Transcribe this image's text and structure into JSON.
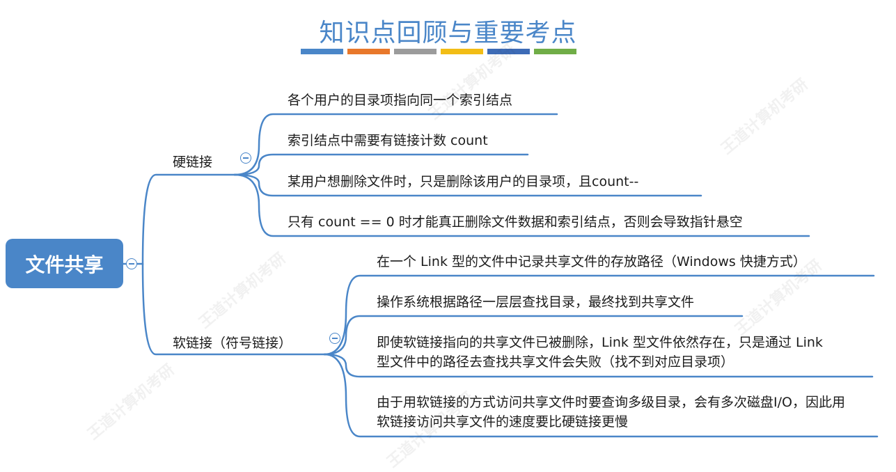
{
  "title": "知识点回顾与重要考点",
  "title_bar_colors": [
    "#4a86c8",
    "#e8782b",
    "#9b9b9b",
    "#f2bd16",
    "#3d6bb6",
    "#70ad47"
  ],
  "colors": {
    "accent": "#4a86c8",
    "text": "#1c1c1c"
  },
  "root": {
    "label": "文件共享"
  },
  "branches": [
    {
      "label": "硬链接",
      "items": [
        "各个用户的目录项指向同一个索引结点",
        "索引结点中需要有链接计数 count",
        "某用户想删除文件时，只是删除该用户的目录项，且count--",
        "只有 count == 0 时才能真正删除文件数据和索引结点，否则会导致指针悬空"
      ]
    },
    {
      "label": "软链接（符号链接）",
      "items": [
        "在一个 Link 型的文件中记录共享文件的存放路径（Windows 快捷方式）",
        "操作系统根据路径一层层查找目录，最终找到共享文件",
        "即使软链接指向的共享文件已被删除，Link 型文件依然存在，只是通过 Link 型文件中的路径去查找共享文件会失败（找不到对应目录项）",
        "由于用软链接的方式访问共享文件时要查询多级目录，会有多次磁盘I/O，因此用软链接访问共享文件的速度要比硬链接更慢"
      ]
    }
  ],
  "icons": {
    "collapse": "minus-circle-icon"
  }
}
